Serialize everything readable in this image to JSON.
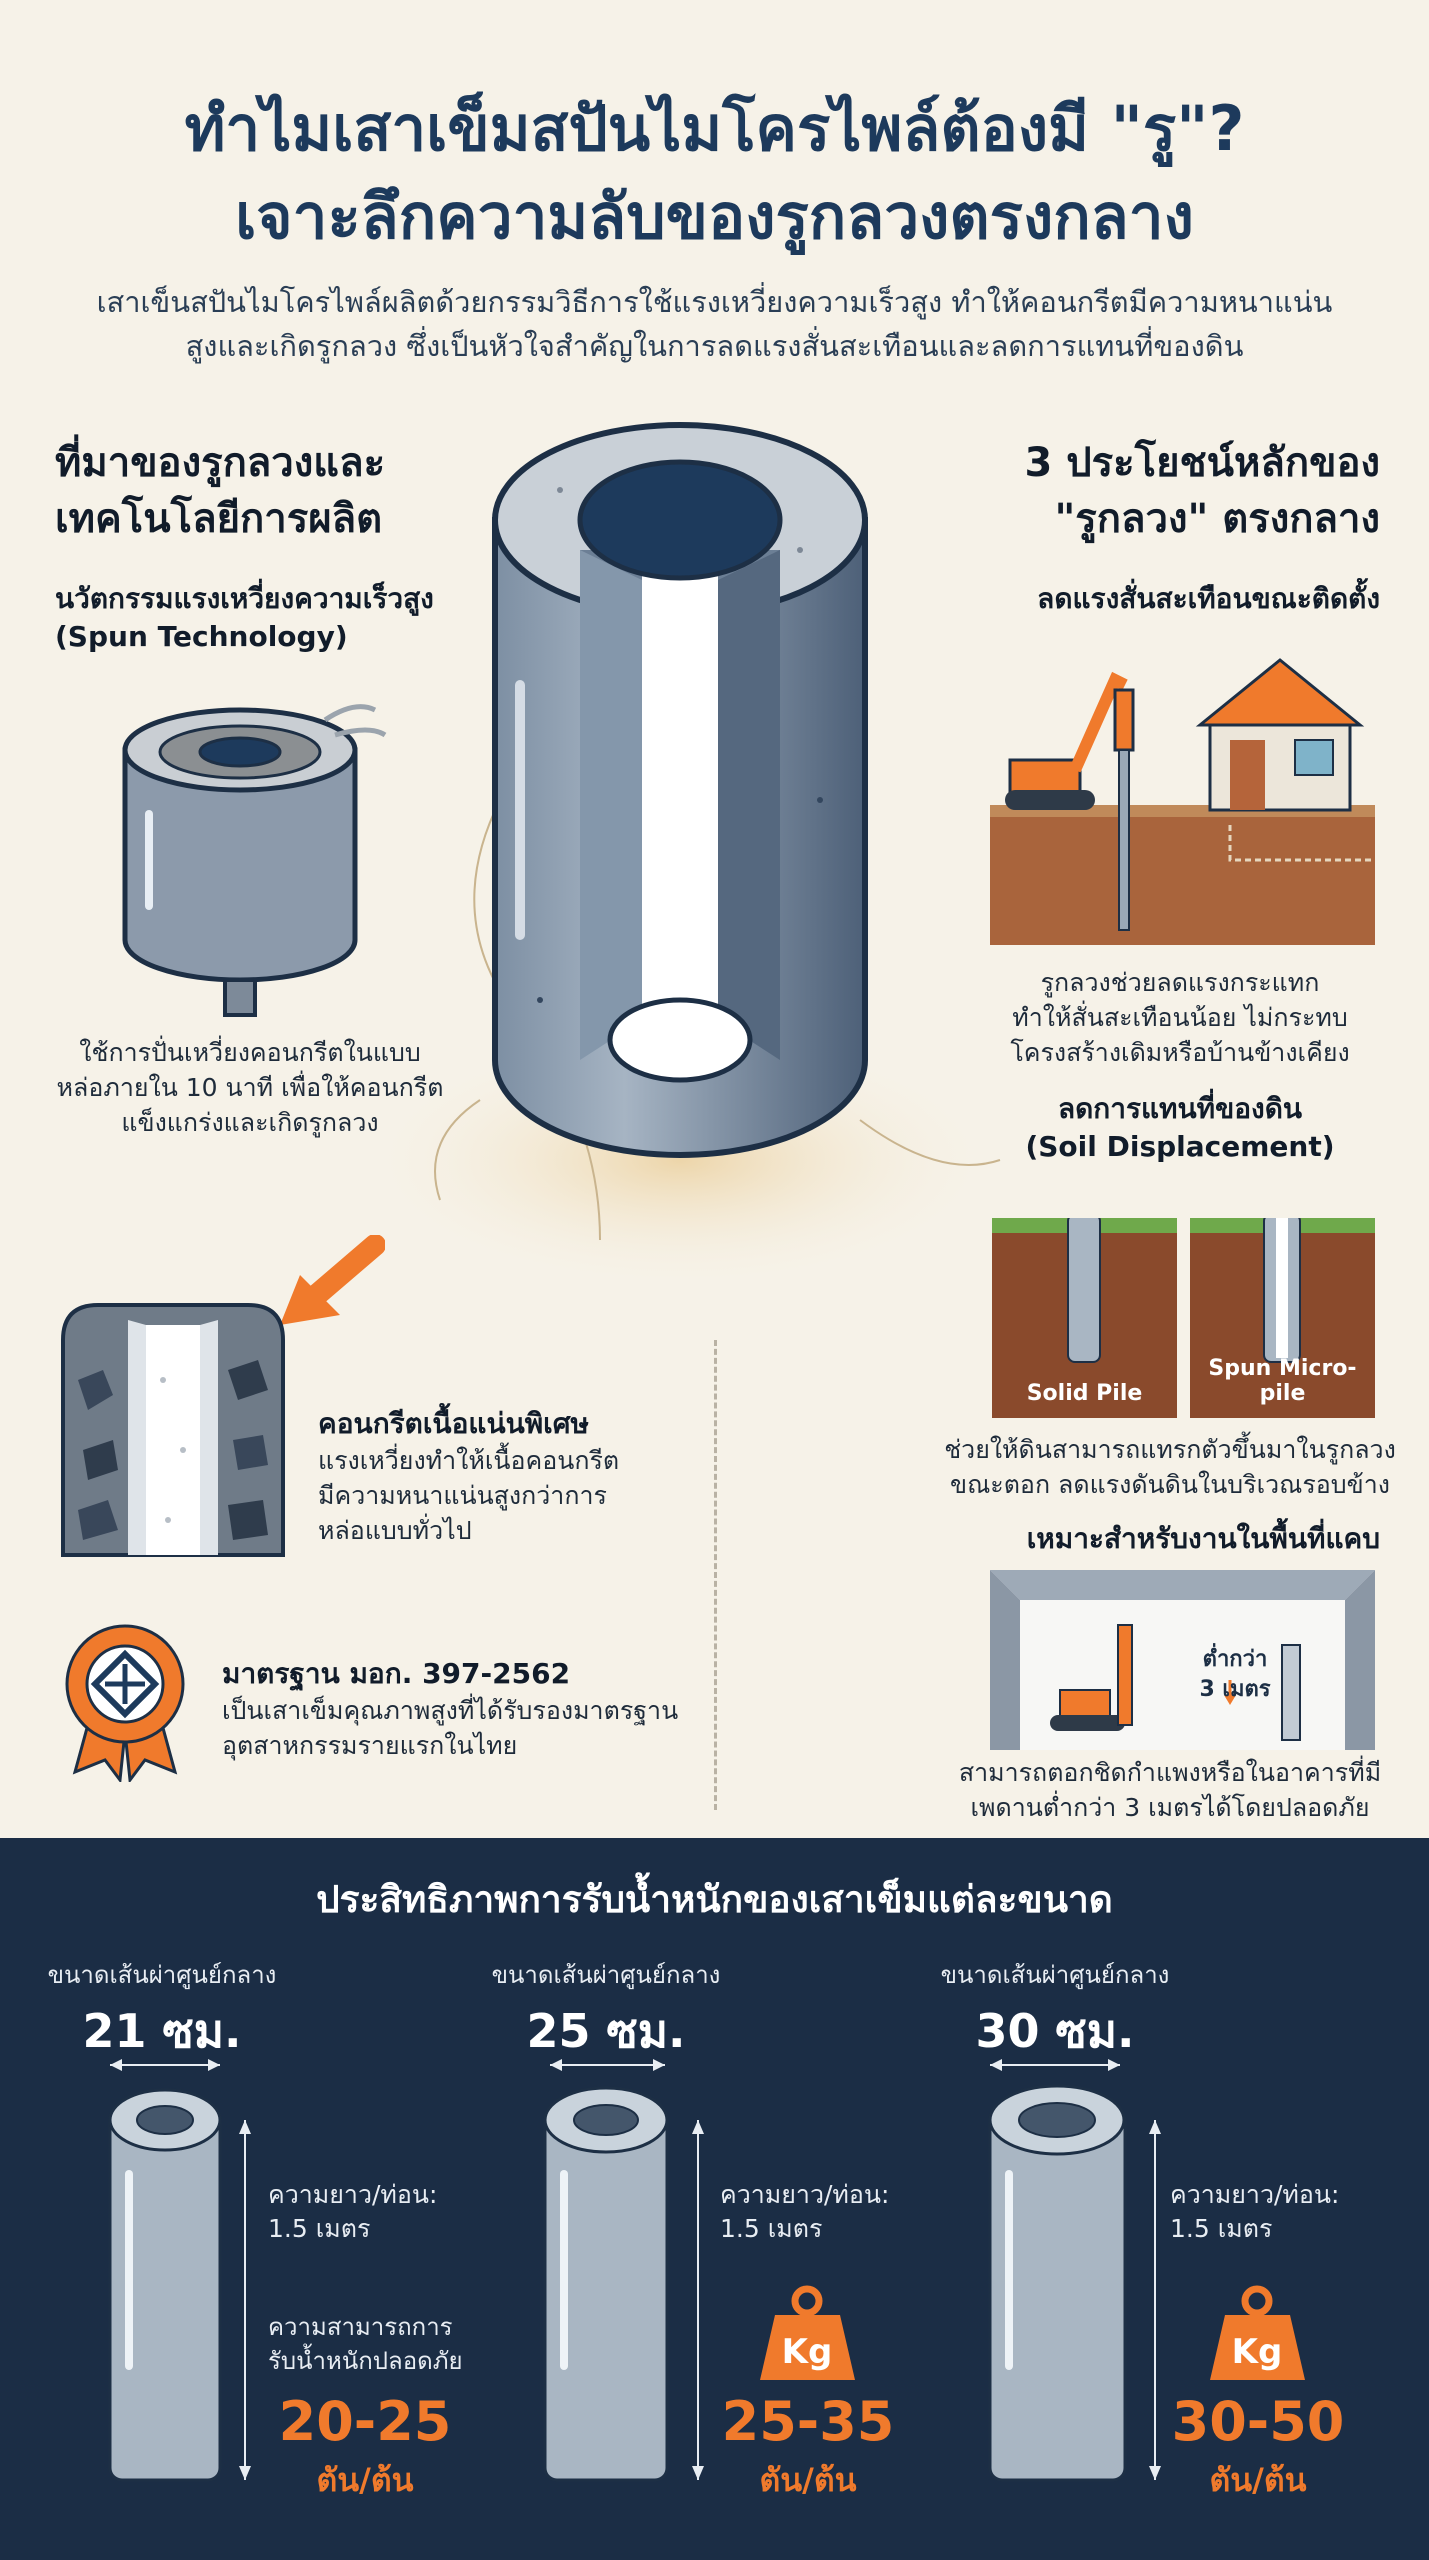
{
  "header": {
    "title_line1": "ทำไมเสาเข็มสปันไมโครไพล์ต้องมี \"รู\"?",
    "title_line2": "เจาะลึกความลับของรูกลวงตรงกลาง",
    "subtitle_line1": "เสาเข็นสปันไมโครไพล์ผลิตด้วยกรรมวิธีการใช้แรงเหวี่ยงความเร็วสูง ทำให้คอนกรีตมีความหนาแน่น",
    "subtitle_line2": "สูงและเกิดรูกลวง ซึ่งเป็นหัวใจสำคัญในการลดแรงสั่นสะเทือนและลดการแทนที่ของดิน"
  },
  "left": {
    "heading_line1": "ที่มาของรูกลวงและ",
    "heading_line2": "เทคโนโลยีการผลิต",
    "spun_title_line1": "นวัตกรรมแรงเหวี่ยงความเร็วสูง",
    "spun_title_line2": "(Spun Technology)",
    "spun_desc_line1": "ใช้การปั่นเหวี่ยงคอนกรีตในแบบ",
    "spun_desc_line2": "หล่อภายใน 10 นาที เพื่อให้คอนกรีต",
    "spun_desc_line3": "แข็งแกร่งและเกิดรูกลวง",
    "dense_title": "คอนกรีตเนื้อแน่นพิเศษ",
    "dense_desc_line1": "แรงเหวี่ยงทำให้เนื้อคอนกรีต",
    "dense_desc_line2": "มีความหนาแน่นสูงกว่าการ",
    "dense_desc_line3": "หล่อแบบทั่วไป",
    "std_title": "มาตรฐาน มอก. 397-2562",
    "std_desc_line1": "เป็นเสาเข็มคุณภาพสูงที่ได้รับรองมาตรฐาน",
    "std_desc_line2": "อุตสาหกรรมรายแรกในไทย"
  },
  "right": {
    "heading_line1": "3 ประโยชน์หลักของ",
    "heading_line2": "\"รูกลวง\" ตรงกลาง",
    "b1_title": "ลดแรงสั่นสะเทือนขณะติดตั้ง",
    "b1_desc_line1": "รูกลวงช่วยลดแรงกระแทก",
    "b1_desc_line2": "ทำให้สั่นสะเทือนน้อย ไม่กระทบ",
    "b1_desc_line3": "โครงสร้างเดิมหรือบ้านข้างเคียง",
    "b2_title_line1": "ลดการแทนที่ของดิน",
    "b2_title_line2": "(Soil Displacement)",
    "b2_img1_label": "Solid Pile",
    "b2_img2_label": "Spun Micro-pile",
    "b2_desc_line1": "ช่วยให้ดินสามารถแทรกตัวขึ้นมาในรูกลวง",
    "b2_desc_line2": "ขณะตอก ลดแรงดันดินในบริเวณรอบข้าง",
    "b3_title": "เหมาะสำหรับงานในพื้นที่แคบ",
    "b3_img_label_line1": "ต่ำกว่า",
    "b3_img_label_line2": "3 เมตร",
    "b3_desc_line1": "สามารถตอกชิดกำแพงหรือในอาคารที่มี",
    "b3_desc_line2": "เพดานต่ำกว่า 3 เมตรได้โดยปลอดภัย"
  },
  "capacity": {
    "title": "ประสิทธิภาพการรับน้ำหนักของเสาเข็มแต่ละขนาด",
    "diam_label": "ขนาดเส้นผ่าศูนย์กลาง",
    "length_label": "ความยาว/ท่อน:",
    "length_value": "1.5 เมตร",
    "cap_label_line1": "ความสามารถการ",
    "cap_label_line2": "รับน้ำหนักปลอดภัย",
    "kg_icon_label": "Kg",
    "items": [
      {
        "diameter": "21 ซม.",
        "capacity": "20-25",
        "unit": "ตัน/ต้น"
      },
      {
        "diameter": "25 ซม.",
        "capacity": "25-35",
        "unit": "ตัน/ต้น"
      },
      {
        "diameter": "30 ซม.",
        "capacity": "30-50",
        "unit": "ตัน/ต้น"
      }
    ]
  },
  "colors": {
    "navy": "#1d3a5c",
    "orange": "#f07a2c",
    "background": "#f6f2e8",
    "panel": "#1b2d45"
  }
}
